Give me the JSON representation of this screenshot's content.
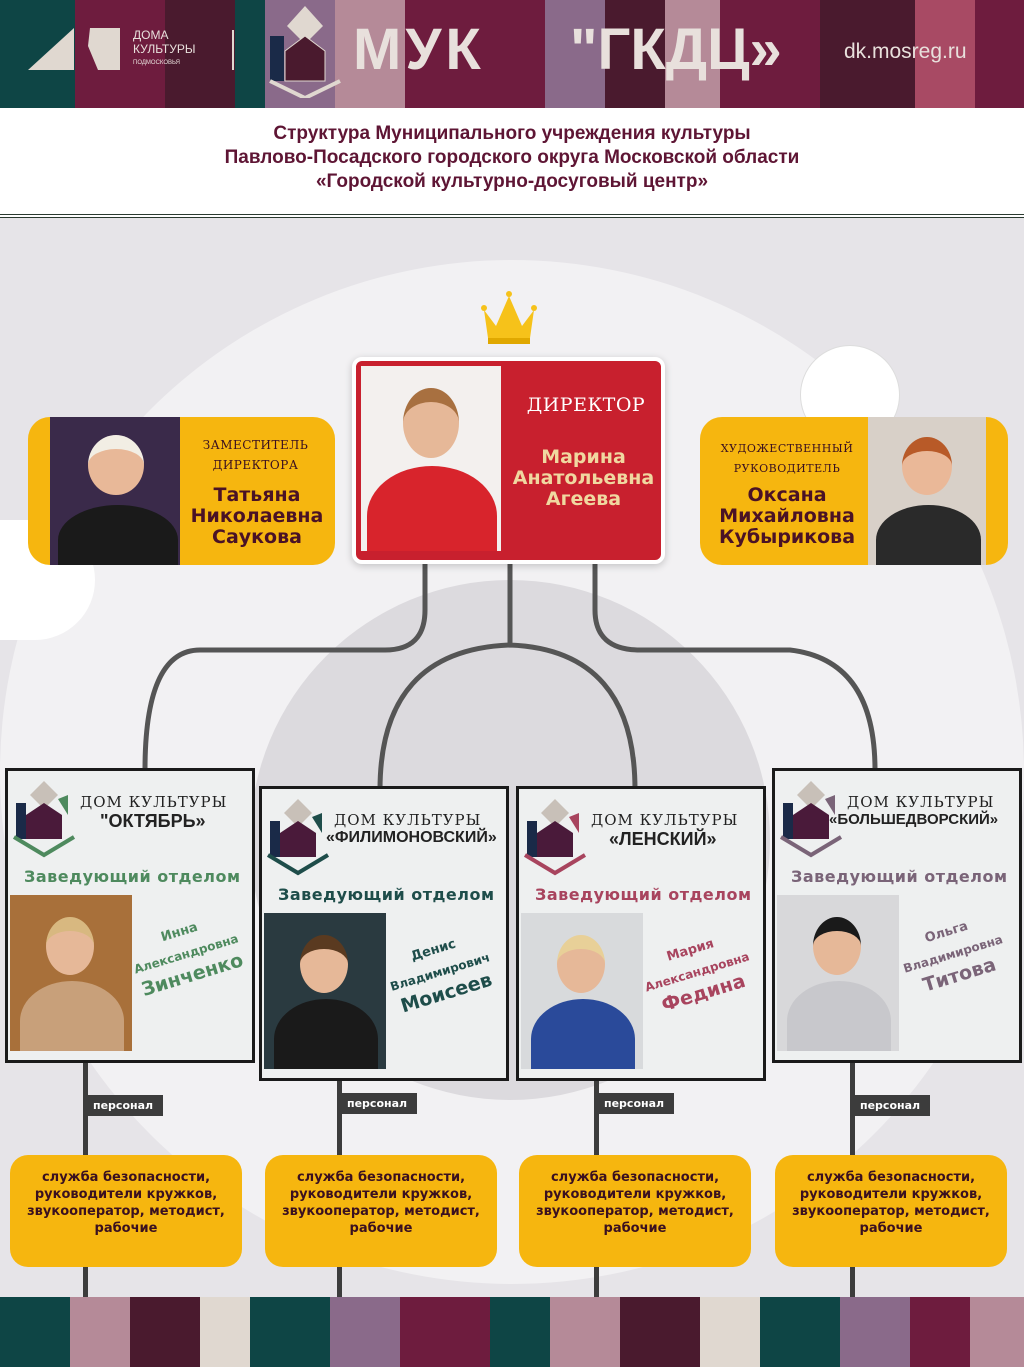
{
  "header": {
    "brand_line1": "ДОМА",
    "brand_line2": "КУЛЬТУРЫ",
    "brand_line3": "ПОДМОСКОВЬЯ",
    "org_short": "МУК",
    "org_name": "\"ГКДЦ»",
    "website": "dk.mosreg.ru"
  },
  "title": {
    "line1": "Структура Муниципального учреждения культуры",
    "line2": "Павлово-Посадского городского округа Московской области",
    "line3": "«Городской культурно-досуговый центр»"
  },
  "director": {
    "role": "ДИРЕКТОР",
    "first": "Марина",
    "middle": "Анатольевна",
    "last": "Агеева"
  },
  "deputy": {
    "role1": "ЗАМЕСТИТЕЛЬ",
    "role2": "ДИРЕКТОРА",
    "first": "Татьяна",
    "middle": "Николаевна",
    "last": "Саукова"
  },
  "art_director": {
    "role1": "ХУДОЖЕСТВЕННЫЙ",
    "role2": "РУКОВОДИТЕЛЬ",
    "first": "Оксана",
    "middle": "Михайловна",
    "last": "Кубырикова"
  },
  "branches": [
    {
      "label": "ДОМ КУЛЬТУРЫ",
      "name": "\"ОКТЯБРЬ»",
      "role": "Заведующий отделом",
      "first": "Инна",
      "middle": "Александровна",
      "last": "Зинченко",
      "color": "#4e8a5e",
      "staff_label": "персонал",
      "staff": "служба безопасности, руководители кружков, звукооператор, методист, рабочие"
    },
    {
      "label": "ДОМ КУЛЬТУРЫ",
      "name": "«ФИЛИМОНОВСКИЙ»",
      "role": "Заведующий отделом",
      "first": "Денис",
      "middle": "Владимирович",
      "last": "Моисеев",
      "color": "#1e4d4a",
      "staff_label": "персонал",
      "staff": "служба безопасности, руководители кружков, звукооператор, методист, рабочие"
    },
    {
      "label": "ДОМ КУЛЬТУРЫ",
      "name": "«ЛЕНСКИЙ»",
      "role": "Заведующий отделом",
      "first": "Мария",
      "middle": "Александровна",
      "last": "Федина",
      "color": "#a8445e",
      "staff_label": "персонал",
      "staff": "служба безопасности, руководители кружков, звукооператор, методист, рабочие"
    },
    {
      "label": "ДОМ КУЛЬТУРЫ",
      "name": "«БОЛЬШЕДВОРСКИЙ»",
      "role": "Заведующий отделом",
      "first": "Ольга",
      "middle": "Владимировна",
      "last": "Титова",
      "color": "#7a6478",
      "staff_label": "персонал",
      "staff": "служба безопасности, руководители кружков, звукооператор, методист, рабочие"
    }
  ],
  "colors": {
    "maroon": "#5e1534",
    "red": "#c8202e",
    "yellow": "#f6b60f",
    "teal": "#0e4545"
  }
}
